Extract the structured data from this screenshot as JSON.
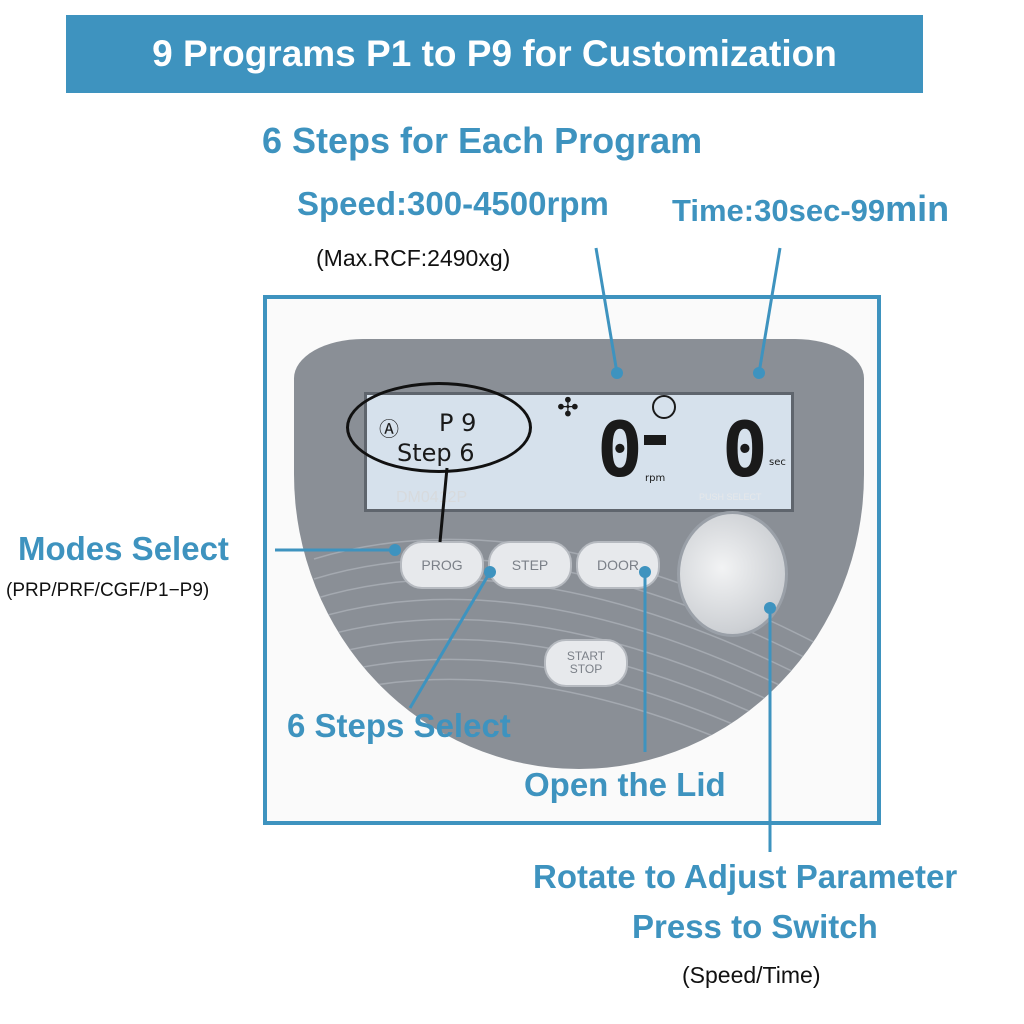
{
  "banner": "9 Programs P1 to P9 for Customization",
  "subtitle": "6 Steps for Each Program",
  "speed_label": "Speed:300-4500rpm",
  "rcf_label": "(Max.RCF:2490xg)",
  "time_label_a": "Time:30sec-99",
  "time_label_b": "min",
  "lcd": {
    "program": "P 9",
    "step": "Step 6",
    "speed_value": "0",
    "speed_unit": "rpm",
    "time_value": "0",
    "time_unit": "sec"
  },
  "model": "DM0412P",
  "push_select": "PUSH SELECT",
  "buttons": {
    "prog": "PROG",
    "step": "STEP",
    "door": "DOOR",
    "start": "START",
    "stop": "STOP"
  },
  "annotations": {
    "modes_select": "Modes Select",
    "modes_list": "(PRP/PRF/CGF/P1−P9)",
    "steps_select": "6 Steps Select",
    "open_lid": "Open the Lid",
    "rotate": "Rotate to Adjust Parameter",
    "press": "Press to Switch",
    "speed_time": "(Speed/Time)"
  },
  "colors": {
    "accent": "#3e93bf",
    "panel": "#8a8f96",
    "lcd": "#d6e1ec"
  }
}
